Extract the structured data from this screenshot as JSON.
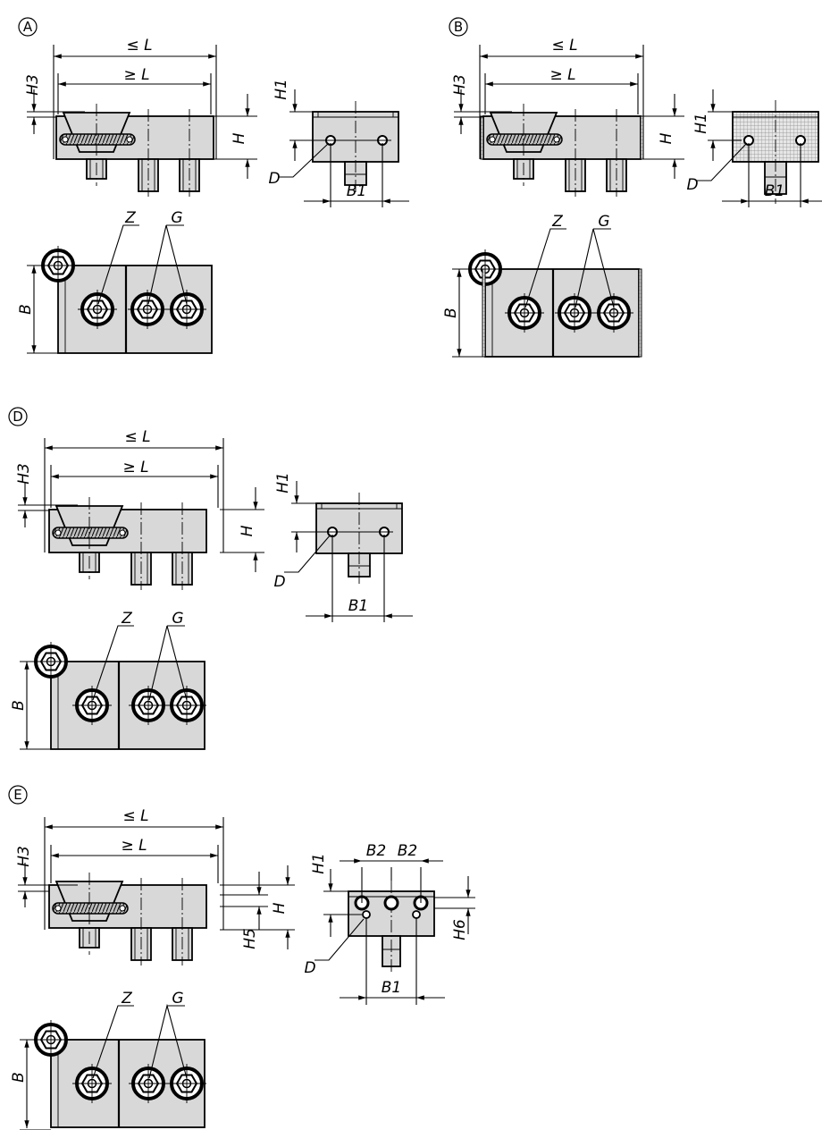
{
  "variants": [
    "A",
    "B",
    "D",
    "E"
  ],
  "labels": {
    "l_max": "≤ L",
    "l_min": "≥ L",
    "h": "H",
    "h1": "H1",
    "h3": "H3",
    "h5": "H5",
    "h6": "H6",
    "d": "D",
    "b": "B",
    "b1": "B1",
    "b2": "B2",
    "z": "Z",
    "g": "G"
  },
  "colors": {
    "part_fill": "#d8d8d8",
    "line": "#000000",
    "knurl": "#8c8c8c"
  }
}
